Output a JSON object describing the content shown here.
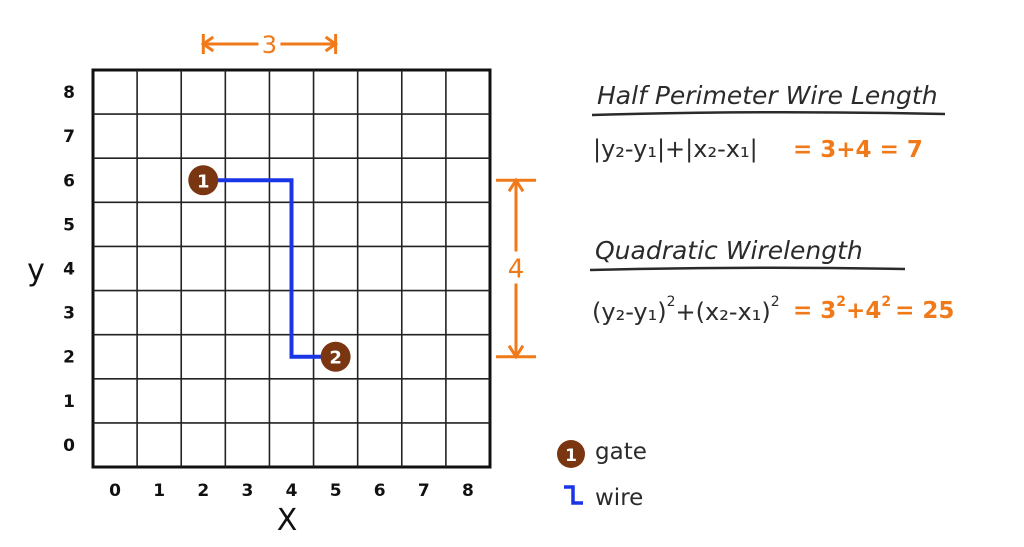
{
  "grid": {
    "x_ticks": [
      "0",
      "1",
      "2",
      "3",
      "4",
      "5",
      "6",
      "7",
      "8"
    ],
    "y_ticks": [
      "0",
      "1",
      "2",
      "3",
      "4",
      "5",
      "6",
      "7",
      "8"
    ],
    "x_label": "X",
    "y_label": "y"
  },
  "gates": [
    {
      "label": "1",
      "x": 2,
      "y": 6
    },
    {
      "label": "2",
      "x": 5,
      "y": 2
    }
  ],
  "wire": {
    "color": "#1a35e6",
    "path": [
      [
        2,
        6
      ],
      [
        4,
        6
      ],
      [
        4,
        2
      ],
      [
        5,
        2
      ]
    ]
  },
  "dimensions": {
    "horizontal": {
      "value": "3",
      "from_x": 2,
      "to_x": 5
    },
    "vertical": {
      "value": "4",
      "from_y": 2,
      "to_y": 6
    },
    "color": "#f07a1a"
  },
  "hpwl": {
    "title": "Half Perimeter Wire Length",
    "formula": "|y₂-y₁|+|x₂-x₁|",
    "result": "= 3+4 = 7"
  },
  "quadratic": {
    "title": "Quadratic Wirelength",
    "formula_a": "(y₂-y₁)",
    "exp_a": "2",
    "plus": "+",
    "formula_b": "(x₂-x₁)",
    "exp_b": "2",
    "result_prefix": "= 3",
    "result_exp1": "2",
    "result_mid": "+4",
    "result_exp2": "2",
    "result_suffix": "= 25"
  },
  "legend": {
    "gate_symbol": "1",
    "gate_label": "gate",
    "wire_label": "wire"
  },
  "colors": {
    "gate": "#7a3511",
    "accent": "#f07a1a",
    "wire": "#1a35e6",
    "ink": "#111111"
  }
}
